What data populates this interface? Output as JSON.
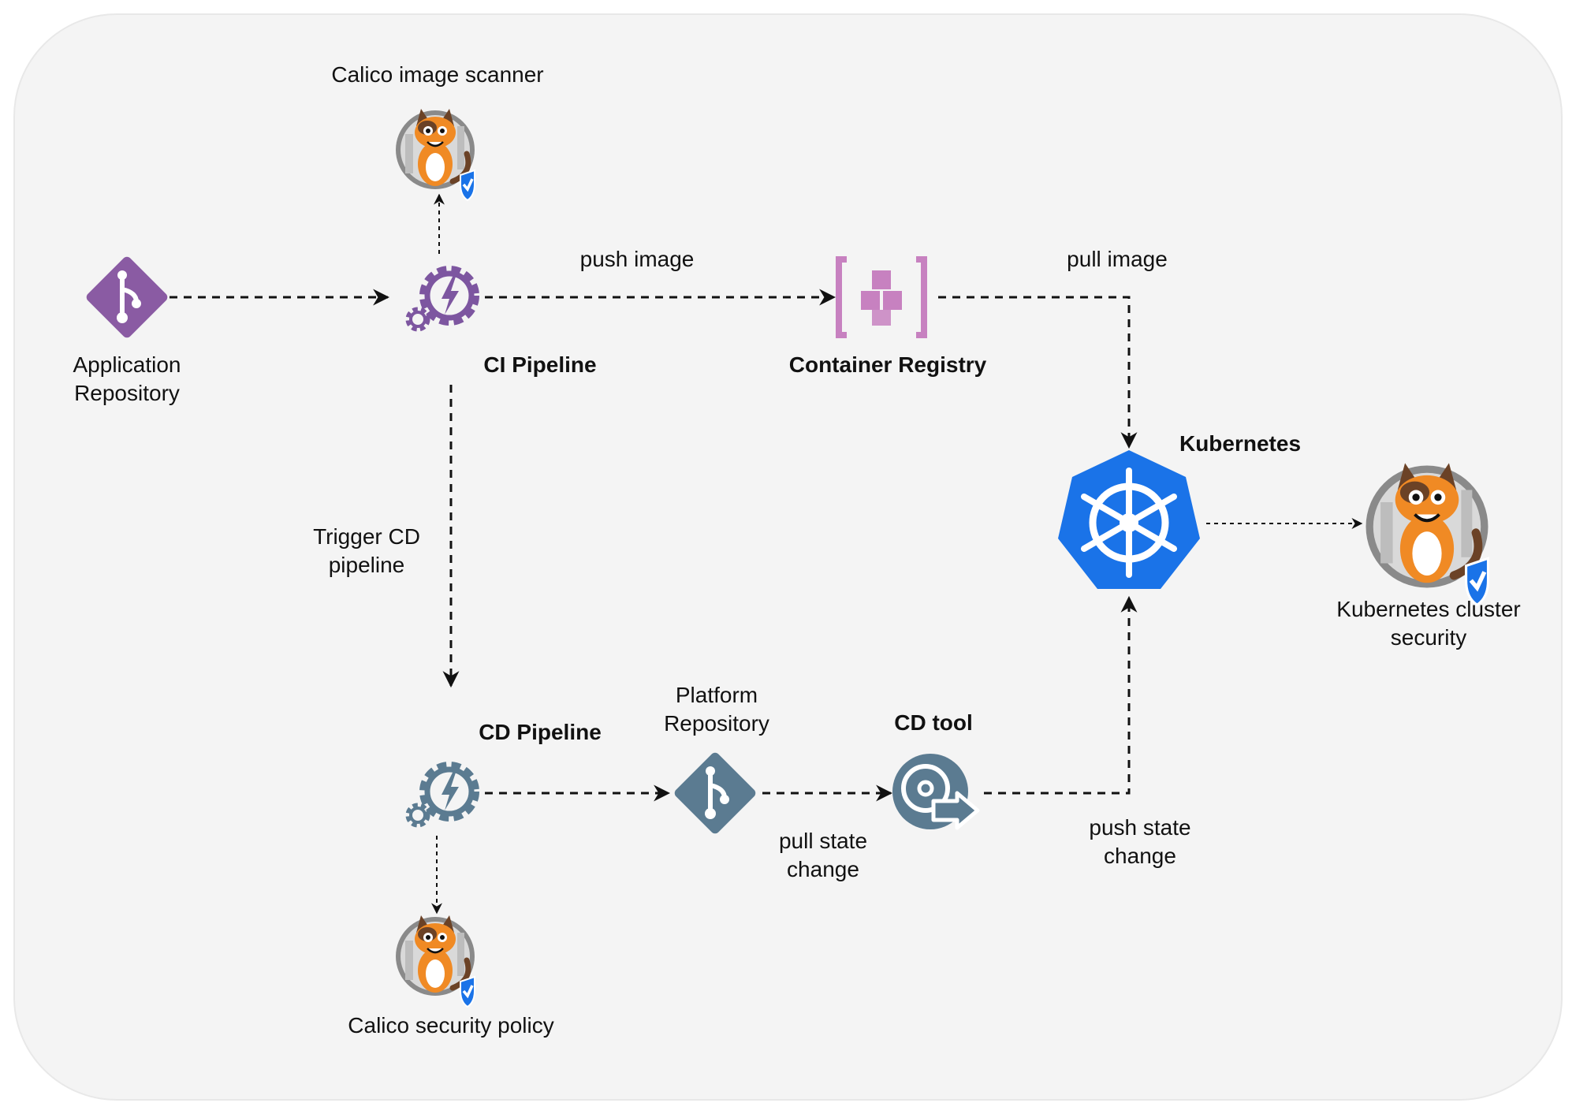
{
  "nodes": {
    "app_repo": {
      "label_line1": "Application",
      "label_line2": "Repository",
      "icon": "git-diamond-icon",
      "color": "#8a5ba3"
    },
    "ci_pipeline": {
      "label": "CI Pipeline",
      "icon": "gears-lightning-icon",
      "color": "#7d56a0"
    },
    "image_scanner": {
      "label": "Calico image scanner",
      "icon": "calico-cat-icon"
    },
    "container_registry": {
      "label": "Container Registry",
      "icon": "registry-cubes-icon",
      "color": "#c781c0"
    },
    "kubernetes": {
      "label": "Kubernetes",
      "icon": "kubernetes-helm-icon",
      "color": "#1a73e8"
    },
    "k8s_security": {
      "label_line1": "Kubernetes cluster",
      "label_line2": "security",
      "icon": "calico-cat-icon"
    },
    "cd_pipeline": {
      "label": "CD Pipeline",
      "icon": "gears-lightning-icon",
      "color": "#5b7b91"
    },
    "platform_repo": {
      "label_line1": "Platform",
      "label_line2": "Repository",
      "icon": "git-diamond-icon",
      "color": "#5b7b91"
    },
    "cd_tool": {
      "label": "CD tool",
      "icon": "cd-sync-icon",
      "color": "#5b7b91"
    },
    "security_policy": {
      "label": "Calico security policy",
      "icon": "calico-cat-icon"
    }
  },
  "edges": {
    "push_image": "push image",
    "pull_image": "pull image",
    "trigger_cd_line1": "Trigger CD",
    "trigger_cd_line2": "pipeline",
    "pull_state_line1": "pull state",
    "pull_state_line2": "change",
    "push_state_line1": "push state",
    "push_state_line2": "change"
  },
  "colors": {
    "background": "#f4f4f4",
    "edge": "#111111"
  }
}
